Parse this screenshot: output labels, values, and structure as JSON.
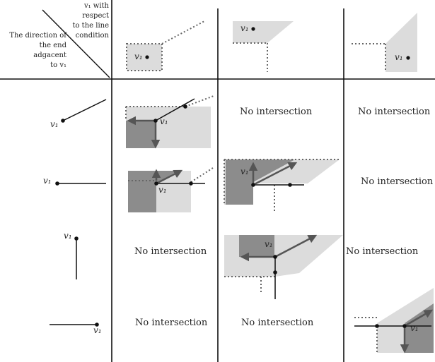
{
  "header": {
    "corner_top": "v1 with respect to the line condition",
    "corner_top_lines": [
      "v₁ with respect",
      "to the line",
      "condition"
    ],
    "corner_left_lines": [
      "The direction of",
      "the end adgacent",
      "to v₁"
    ]
  },
  "vertex_label": "v₁",
  "cells": {
    "r1c2": "No intersection",
    "r1c3": "No intersection",
    "r2c3": "No intersection",
    "r3c1": "No intersection",
    "r3c3": "No intersection",
    "r4c1": "No intersection",
    "r4c2": "No intersection"
  },
  "colors": {
    "light_region": "#dcdcdc",
    "dark_region": "#8c8c8c",
    "line": "#111111",
    "arrow": "#555555",
    "dotted": "#666666"
  }
}
